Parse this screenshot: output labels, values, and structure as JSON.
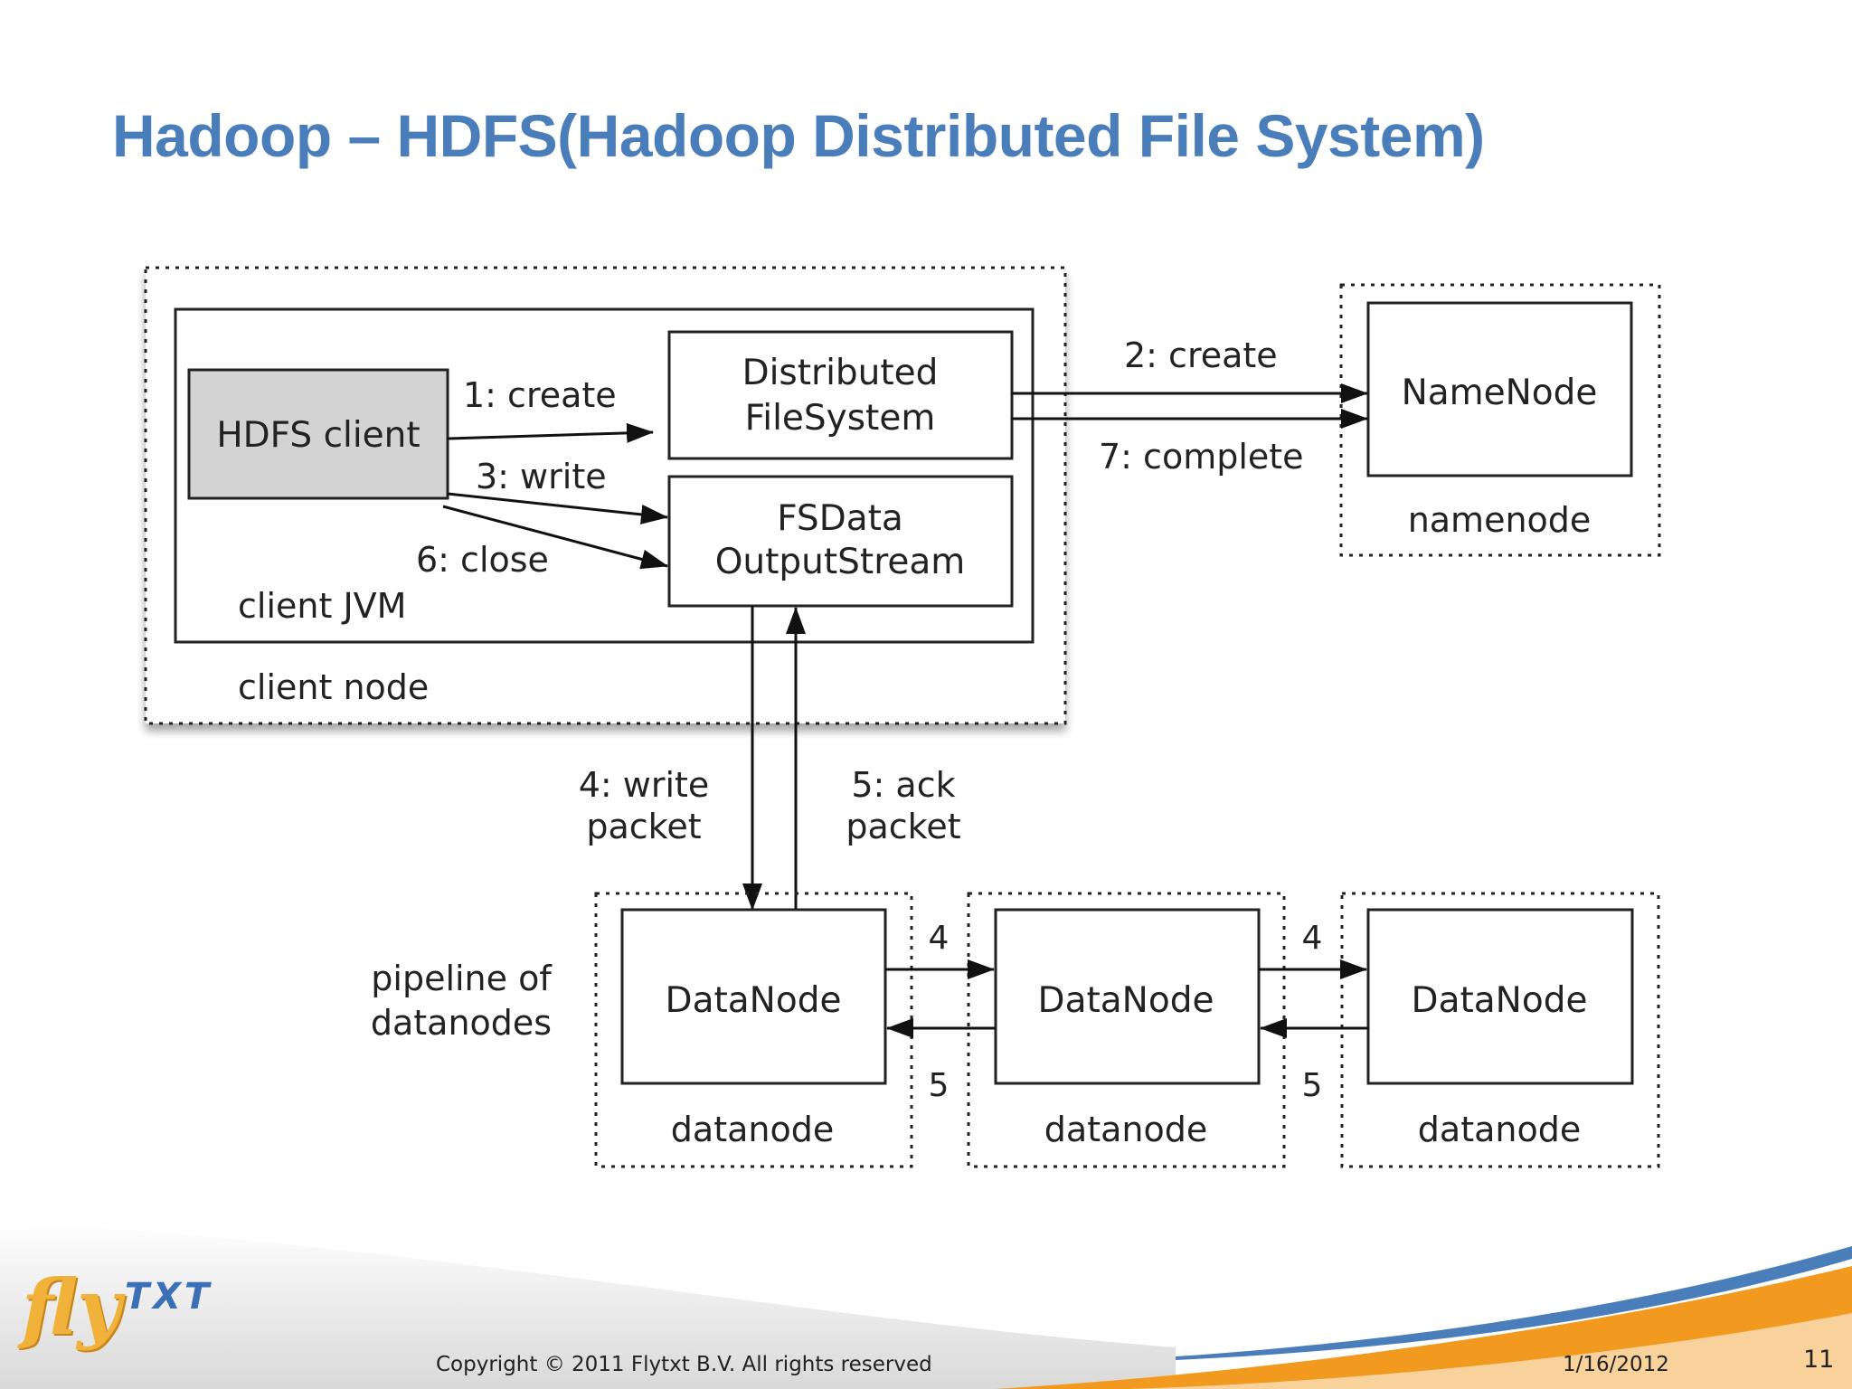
{
  "slide": {
    "title": "Hadoop – HDFS(Hadoop Distributed File System)"
  },
  "diagram": {
    "containers": {
      "client_jvm": "client JVM",
      "client_node": "client node",
      "namenode": "namenode",
      "datanode": "datanode"
    },
    "components": {
      "hdfs_client": "HDFS client",
      "distributed_fs_line1": "Distributed",
      "distributed_fs_line2": "FileSystem",
      "fsdata_line1": "FSData",
      "fsdata_line2": "OutputStream",
      "namenode": "NameNode",
      "datanode": "DataNode"
    },
    "steps": {
      "create": "1: create",
      "rpc_create": "2: create",
      "write": "3: write",
      "write_packet_line1": "4: write",
      "write_packet_line2": "packet",
      "ack_packet_line1": "5: ack",
      "ack_packet_line2": "packet",
      "close": "6: close",
      "complete": "7: complete",
      "pipeline_forward": "4",
      "pipeline_ack": "5"
    },
    "pipeline_label_line1": "pipeline of",
    "pipeline_label_line2": "datanodes"
  },
  "footer": {
    "logo_main": "fly",
    "logo_suffix": "TXT",
    "copyright": "Copyright © 2011 Flytxt B.V. All rights reserved",
    "date": "1/16/2012",
    "page_number": "11"
  },
  "colors": {
    "title": "#4a7ebb",
    "hdfs_client_fill": "#d3d3d3",
    "footer_orange": "#f29a1f",
    "footer_blue": "#4a7ebb",
    "logo_gold": "#f0b23a"
  }
}
